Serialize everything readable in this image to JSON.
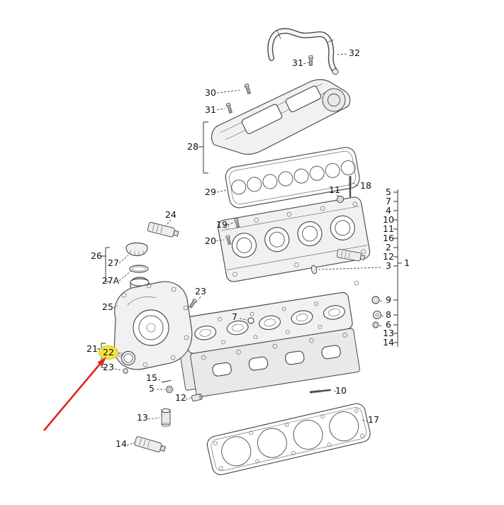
{
  "diagram": {
    "title": "Engine cylinder head exploded parts diagram",
    "highlighted_part": "22",
    "colors": {
      "line": "#4a4a4a",
      "label_text": "#101010",
      "highlight": "#f2e245",
      "arrow": "#e0261f",
      "background": "#ffffff"
    }
  },
  "labels": {
    "l32": "32",
    "l31a": "31",
    "l30": "30",
    "l31b": "31",
    "l28": "28",
    "l29": "29",
    "l18": "18",
    "l11a": "11",
    "l19": "19",
    "l20": "20",
    "r5": "5",
    "r7": "7",
    "r4": "4",
    "r10": "10",
    "r11": "11",
    "r16": "16",
    "r2": "2",
    "r12": "12",
    "r3": "3",
    "r1": "1",
    "r9": "9",
    "r8": "8",
    "r6": "6",
    "r13": "13",
    "r14": "14",
    "l24": "24",
    "l26": "26",
    "l27": "27",
    "l27A": "27A",
    "l25": "25",
    "l23a": "23",
    "l7": "7",
    "l21": "21",
    "l22": "22",
    "l23b": "23",
    "l15": "15",
    "l5b": "5",
    "l12b": "12",
    "l13b": "13",
    "l14b": "14",
    "l10b": "10",
    "l17": "17"
  }
}
